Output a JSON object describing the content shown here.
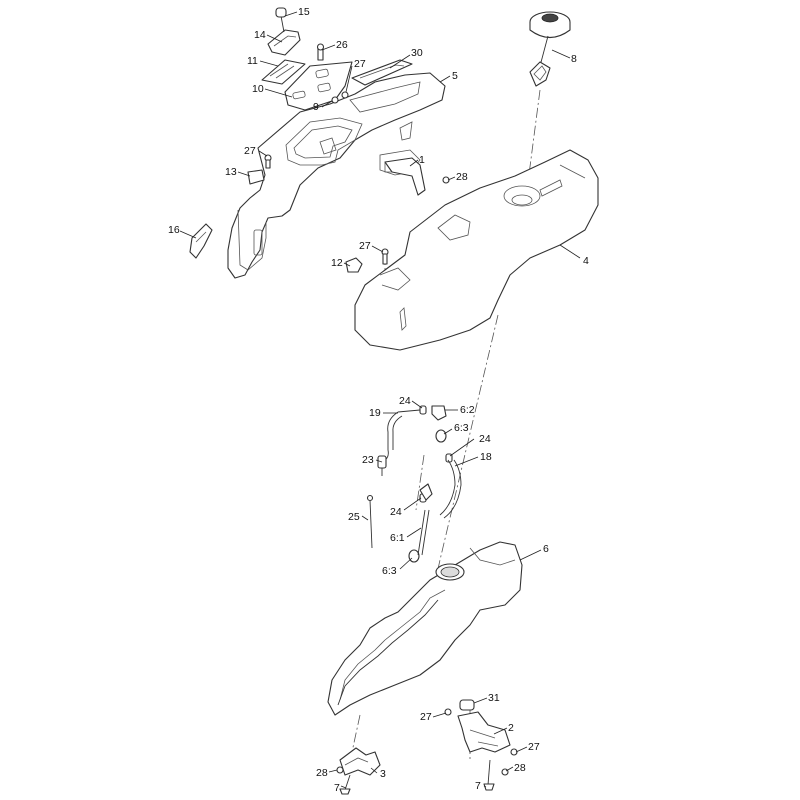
{
  "callouts": {
    "c15": "15",
    "c14": "14",
    "c26": "26",
    "c11": "11",
    "c30": "30",
    "c27a": "27",
    "c5": "5",
    "c10": "10",
    "c9": "9",
    "c8": "8",
    "c27b": "27",
    "c1": "1",
    "c13": "13",
    "c28a": "28",
    "c16": "16",
    "c27c": "27",
    "c4": "4",
    "c12": "12",
    "c24a": "24",
    "c62": "6:2",
    "c19": "19",
    "c63a": "6:3",
    "c24b": "24",
    "c23": "23",
    "c18": "18",
    "c24c": "24",
    "c25": "25",
    "c61": "6:1",
    "c6": "6",
    "c63b": "6:3",
    "c31": "31",
    "c27d": "27",
    "c2": "2",
    "c27e": "27",
    "c28b": "28",
    "c28c": "28",
    "c3": "3",
    "c7a": "7",
    "c7b": "7"
  }
}
